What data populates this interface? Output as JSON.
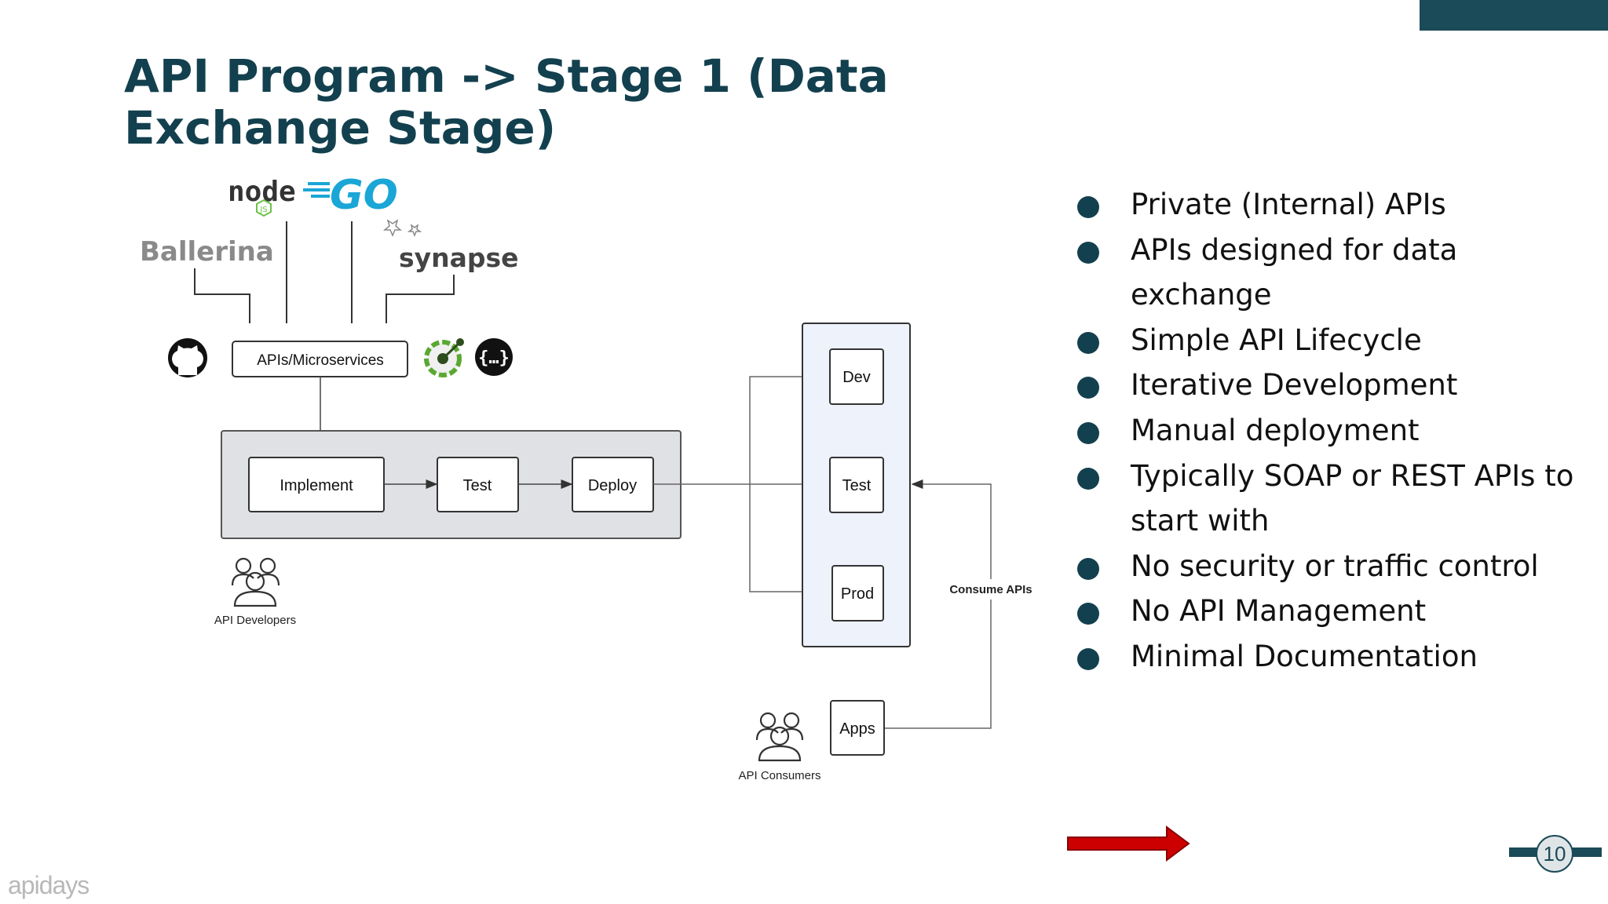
{
  "slide": {
    "title": "API Program -> Stage 1 (Data Exchange Stage)",
    "page_number": "10",
    "logo": "apidays"
  },
  "diagram": {
    "tech_logos": {
      "ballerina": "Ballerina",
      "node": "node",
      "node_js": "JS",
      "go": "GO",
      "synapse": "synapse"
    },
    "icons": [
      "github-icon",
      "wso2-choreo-icon",
      "curly-braces-icon",
      "people-icon",
      "red-arrow-icon"
    ],
    "source_box": "APIs/Microservices",
    "pipeline": [
      "Implement",
      "Test",
      "Deploy"
    ],
    "environments": [
      "Dev",
      "Test",
      "Prod"
    ],
    "apps": "Apps",
    "developers_label": "API Developers",
    "consumers_label": "API Consumers",
    "consume_label": "Consume APIs"
  },
  "bullets": [
    "Private (Internal) APIs",
    "APIs designed for data exchange",
    "Simple API Lifecycle",
    "Iterative Development",
    "Manual deployment",
    "Typically SOAP or REST APIs to start with",
    "No security or traffic control",
    "No API Management",
    "Minimal Documentation"
  ],
  "colors": {
    "primary": "#13404e",
    "pipeline_bg": "#dfe1e5",
    "env_bg": "#edf2fb",
    "go_blue": "#1aa6d6",
    "node_green": "#6cc24a",
    "arrow_red": "#cc0000"
  }
}
